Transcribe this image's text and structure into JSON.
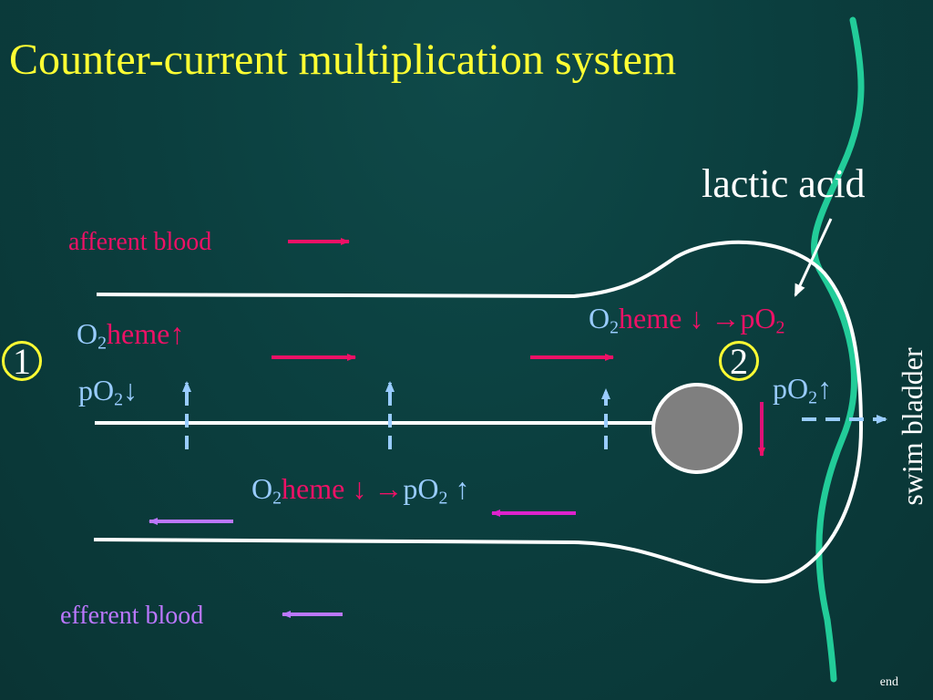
{
  "title": "Counter-current multiplication system",
  "labels": {
    "lactic_acid": "lactic acid",
    "afferent_blood": "afferent blood",
    "efferent_blood": "efferent blood",
    "swim_bladder": "swim bladder",
    "end": "end"
  },
  "markers": {
    "one": "1",
    "two": "2"
  },
  "equations": {
    "left_top": {
      "o": "O",
      "sub": "2",
      "heme": "heme",
      "arrow": "↑"
    },
    "left_bottom": {
      "p": "pO",
      "sub": "2",
      "arrow": "↓"
    },
    "right_top": {
      "o": "O",
      "sub": "2",
      "heme": "heme ",
      "arrow_down": "↓ ",
      "arrow_to": "→",
      "p": "pO",
      "p_sub": "2"
    },
    "right_mid": {
      "p": "pO",
      "sub": "2",
      "arrow": "↑"
    },
    "middle": {
      "o": "O",
      "sub": "2",
      "heme": "heme ",
      "arrow_down": "↓ ",
      "arrow_to": "→",
      "p": "pO",
      "p_sub": "2",
      "arrow_up": " ↑"
    }
  },
  "colors": {
    "afferent": "#ee1166",
    "efferent": "#bb77ff",
    "magenta": "#dd22cc",
    "oxygen": "#99ccff",
    "outline": "#ffffff",
    "membrane": "#22cc99",
    "title": "#ffff33"
  }
}
